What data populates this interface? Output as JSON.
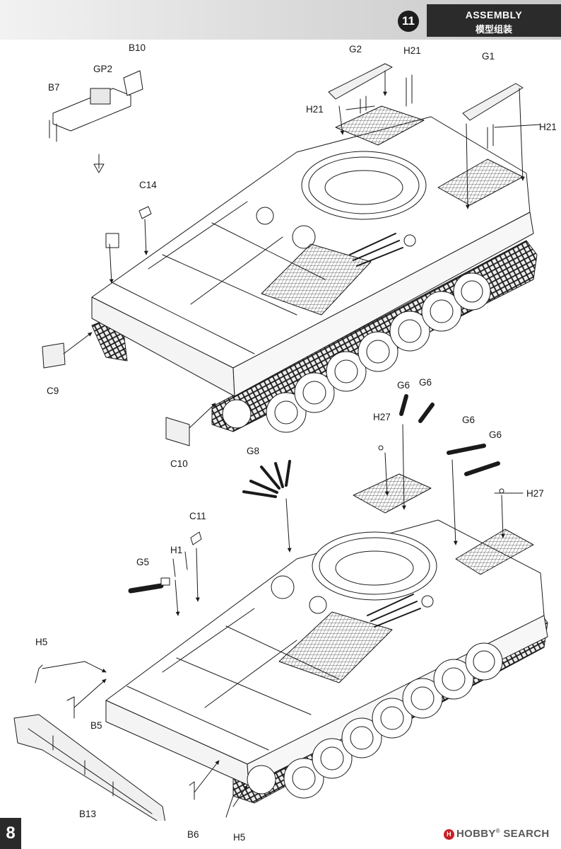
{
  "header": {
    "step_number": "11",
    "title_en": "ASSEMBLY",
    "title_cn": "模型组装"
  },
  "page_number": "8",
  "watermark": {
    "logo_mark": "H",
    "brand": "HOBBY",
    "suffix": "SEARCH",
    "logo_color": "#c81f25"
  },
  "colors": {
    "line": "#1a1a1a",
    "header_band": "#d9d9d9",
    "header_box": "#2b2b2b"
  },
  "diagram": {
    "top_view": {
      "labels": [
        "B10",
        "GP2",
        "B7",
        "G2",
        "H21",
        "G1",
        "H21",
        "H21",
        "C14",
        "C9",
        "C10"
      ]
    },
    "bottom_view": {
      "labels": [
        "G6",
        "G6",
        "H27",
        "G6",
        "G6",
        "G8",
        "H27",
        "C11",
        "H1",
        "G5",
        "H5",
        "B5",
        "B13",
        "B6",
        "H5"
      ]
    }
  }
}
